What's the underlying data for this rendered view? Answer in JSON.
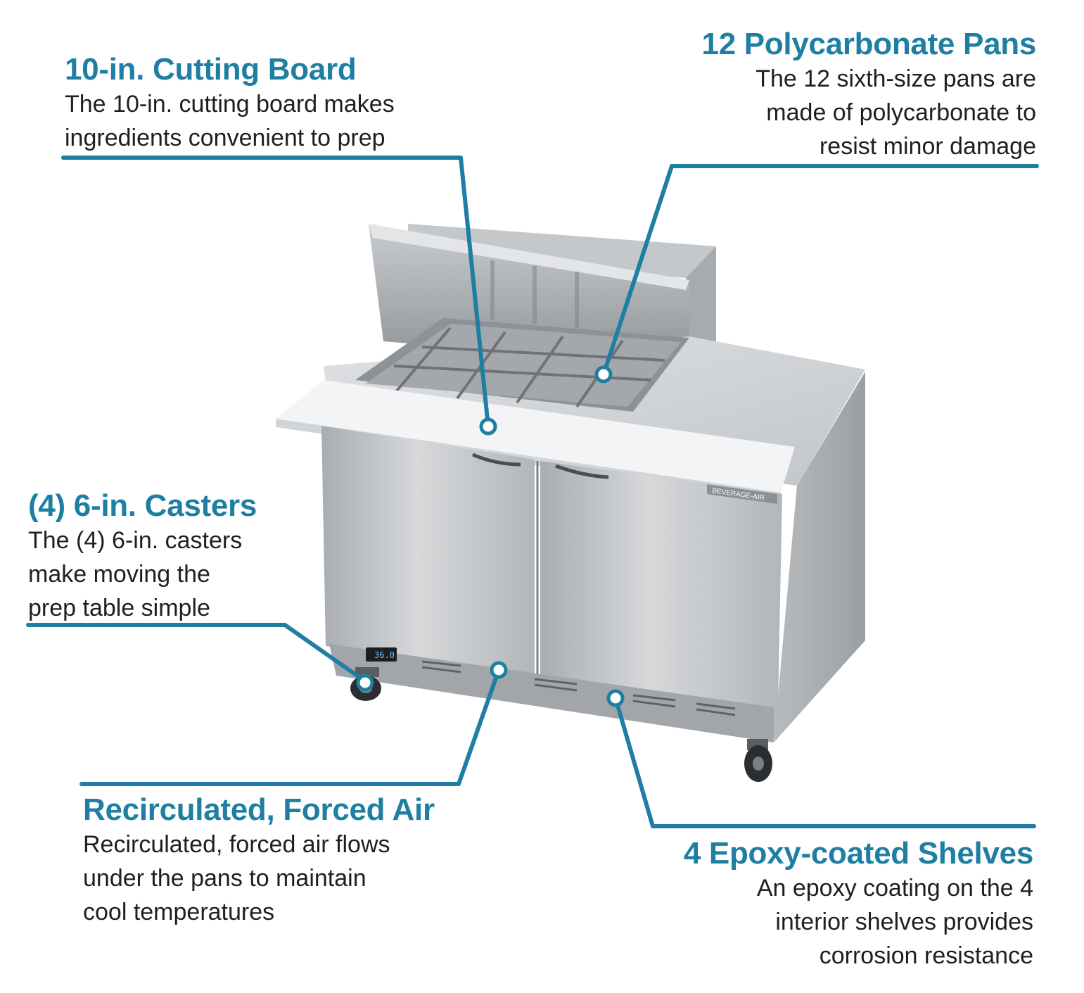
{
  "callouts": {
    "cutting_board": {
      "title": "10-in. Cutting Board",
      "lines": [
        "The 10-in. cutting board makes",
        "ingredients convenient to prep"
      ]
    },
    "pans": {
      "title": "12 Polycarbonate Pans",
      "lines": [
        "The 12 sixth-size pans are",
        "made of polycarbonate to",
        "resist minor damage"
      ]
    },
    "casters": {
      "title": "(4) 6-in. Casters",
      "lines": [
        "The (4) 6-in. casters",
        "make moving the",
        "prep table simple"
      ]
    },
    "forced_air": {
      "title": "Recirculated, Forced Air",
      "lines": [
        "Recirculated, forced air flows",
        "under the pans to maintain",
        "cool temperatures"
      ]
    },
    "shelves": {
      "title": "4 Epoxy-coated Shelves",
      "lines": [
        "An epoxy coating on the 4",
        "interior shelves provides",
        "corrosion resistance"
      ]
    }
  },
  "unit": {
    "display_reading": "36.0",
    "brand_plate": "BEVERAGE-AIR"
  },
  "colors": {
    "accent": "#1e7fa3",
    "text": "#1f1f1f",
    "steel": "#b9bcbf"
  }
}
